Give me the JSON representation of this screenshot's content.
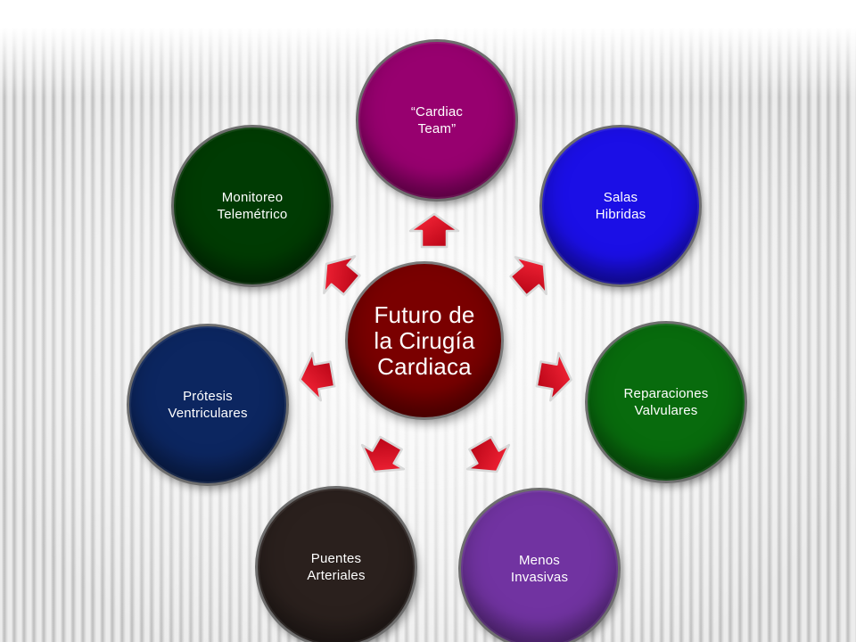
{
  "diagram": {
    "center": {
      "label": "Futuro de\nla Cirugía\nCardiaca",
      "color": "#7a0000"
    },
    "nodes": [
      {
        "key": "top",
        "label": "“Cardiac\nTeam”",
        "color": "#97006f"
      },
      {
        "key": "tr",
        "label": "Salas\nHibridas",
        "color": "#1b0fe6"
      },
      {
        "key": "r",
        "label": "Reparaciones\nValvulares",
        "color": "#086b0d"
      },
      {
        "key": "br",
        "label": "Menos\nInvasivas",
        "color": "#7133a1"
      },
      {
        "key": "bl",
        "label": "Puentes\nArteriales",
        "color": "#2a201d"
      },
      {
        "key": "l",
        "label": "Prótesis\nVentriculares",
        "color": "#0c2660"
      },
      {
        "key": "tl",
        "label": "Monitoreo\nTelemétrico",
        "color": "#003b03"
      }
    ],
    "arrow_color": "#d4071a"
  }
}
